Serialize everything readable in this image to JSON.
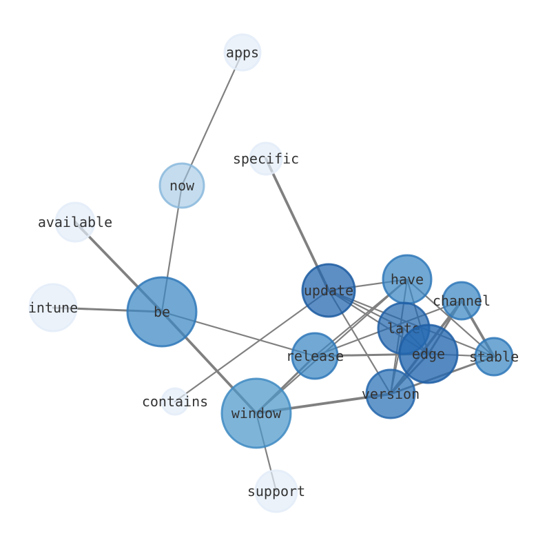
{
  "nodes": [
    {
      "id": "apps",
      "label": "apps",
      "color": "#e3ecf8",
      "stroke": "#e3ecf8",
      "opacity": 0.7
    },
    {
      "id": "now",
      "label": "now",
      "color": "#9cc4e2",
      "stroke": "#8ab8dc",
      "opacity": 0.6
    },
    {
      "id": "specific",
      "label": "specific",
      "color": "#e3ecf8",
      "stroke": "#e3ecf8",
      "opacity": 0.7
    },
    {
      "id": "available",
      "label": "available",
      "color": "#e3ecf8",
      "stroke": "#e3ecf8",
      "opacity": 0.7
    },
    {
      "id": "intune",
      "label": "intune",
      "color": "#e3ecf8",
      "stroke": "#e3ecf8",
      "opacity": 0.7
    },
    {
      "id": "be",
      "label": "be",
      "color": "#3a86c4",
      "stroke": "#2f78b8",
      "opacity": 0.72
    },
    {
      "id": "update",
      "label": "update",
      "color": "#1f63ad",
      "stroke": "#1b5aa0",
      "opacity": 0.72
    },
    {
      "id": "have",
      "label": "have",
      "color": "#3a86c4",
      "stroke": "#2f78b8",
      "opacity": 0.72
    },
    {
      "id": "channel",
      "label": "channel",
      "color": "#3a86c4",
      "stroke": "#2f78b8",
      "opacity": 0.72
    },
    {
      "id": "late",
      "label": "late",
      "color": "#2468b0",
      "stroke": "#1f5ea5",
      "opacity": 0.72
    },
    {
      "id": "edge",
      "label": "edge",
      "color": "#2468b0",
      "stroke": "#1f5ea5",
      "opacity": 0.78
    },
    {
      "id": "release",
      "label": "release",
      "color": "#3a86c4",
      "stroke": "#2f78b8",
      "opacity": 0.72
    },
    {
      "id": "stable",
      "label": "stable",
      "color": "#3a86c4",
      "stroke": "#2f78b8",
      "opacity": 0.72
    },
    {
      "id": "contains",
      "label": "contains",
      "color": "#e3ecf8",
      "stroke": "#e3ecf8",
      "opacity": 0.7
    },
    {
      "id": "version",
      "label": "version",
      "color": "#2a70b6",
      "stroke": "#2466ab",
      "opacity": 0.72
    },
    {
      "id": "window",
      "label": "window",
      "color": "#4d97ca",
      "stroke": "#3f8bc2",
      "opacity": 0.72
    },
    {
      "id": "support",
      "label": "support",
      "color": "#e3ecf8",
      "stroke": "#e3ecf8",
      "opacity": 0.7
    }
  ],
  "edges": [
    {
      "source": "apps",
      "target": "now",
      "weight": 1
    },
    {
      "source": "now",
      "target": "be",
      "weight": 1
    },
    {
      "source": "available",
      "target": "be",
      "weight": 2
    },
    {
      "source": "intune",
      "target": "be",
      "weight": 1.5
    },
    {
      "source": "be",
      "target": "window",
      "weight": 2
    },
    {
      "source": "be",
      "target": "release",
      "weight": 1
    },
    {
      "source": "specific",
      "target": "update",
      "weight": 2
    },
    {
      "source": "update",
      "target": "have",
      "weight": 1
    },
    {
      "source": "update",
      "target": "late",
      "weight": 1
    },
    {
      "source": "update",
      "target": "edge",
      "weight": 1
    },
    {
      "source": "update",
      "target": "stable",
      "weight": 1
    },
    {
      "source": "update",
      "target": "version",
      "weight": 1
    },
    {
      "source": "update",
      "target": "contains",
      "weight": 1
    },
    {
      "source": "have",
      "target": "release",
      "weight": 1
    },
    {
      "source": "have",
      "target": "edge",
      "weight": 1
    },
    {
      "source": "have",
      "target": "version",
      "weight": 1
    },
    {
      "source": "have",
      "target": "stable",
      "weight": 1
    },
    {
      "source": "have",
      "target": "window",
      "weight": 1
    },
    {
      "source": "channel",
      "target": "release",
      "weight": 1
    },
    {
      "source": "channel",
      "target": "edge",
      "weight": 1.5
    },
    {
      "source": "channel",
      "target": "version",
      "weight": 2
    },
    {
      "source": "channel",
      "target": "stable",
      "weight": 2
    },
    {
      "source": "late",
      "target": "edge",
      "weight": 1
    },
    {
      "source": "late",
      "target": "version",
      "weight": 1
    },
    {
      "source": "edge",
      "target": "release",
      "weight": 1.5
    },
    {
      "source": "edge",
      "target": "stable",
      "weight": 1
    },
    {
      "source": "edge",
      "target": "version",
      "weight": 1.5
    },
    {
      "source": "release",
      "target": "window",
      "weight": 1.5
    },
    {
      "source": "version",
      "target": "window",
      "weight": 2
    },
    {
      "source": "version",
      "target": "stable",
      "weight": 1.5
    },
    {
      "source": "window",
      "target": "support",
      "weight": 1
    }
  ]
}
